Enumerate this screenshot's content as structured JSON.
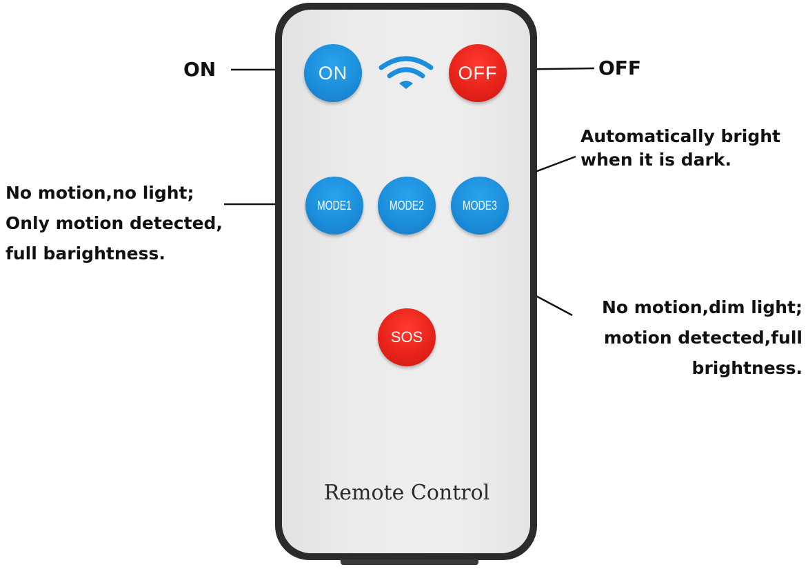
{
  "remote": {
    "buttons": {
      "on": "ON",
      "off": "OFF",
      "mode1": "MODE1",
      "mode2": "MODE2",
      "mode3": "MODE3",
      "sos": "SOS"
    },
    "title": "Remote Control",
    "signal_icon": "wifi-icon"
  },
  "callouts": {
    "on": "ON",
    "off": "OFF",
    "mode3": {
      "line1": "Automatically bright",
      "line2": "when it is dark."
    },
    "mode1": {
      "line1": "No motion,no light;",
      "line2": "Only motion detected,",
      "line3": "full barightness."
    },
    "mode2": {
      "line1": "No motion,dim light;",
      "line2": "motion detected,full",
      "line3": "brightness."
    }
  },
  "colors": {
    "button_blue": "#1c8fdc",
    "button_red": "#e8231a",
    "remote_body": "#2b2b2b",
    "remote_face": "#ececec"
  }
}
